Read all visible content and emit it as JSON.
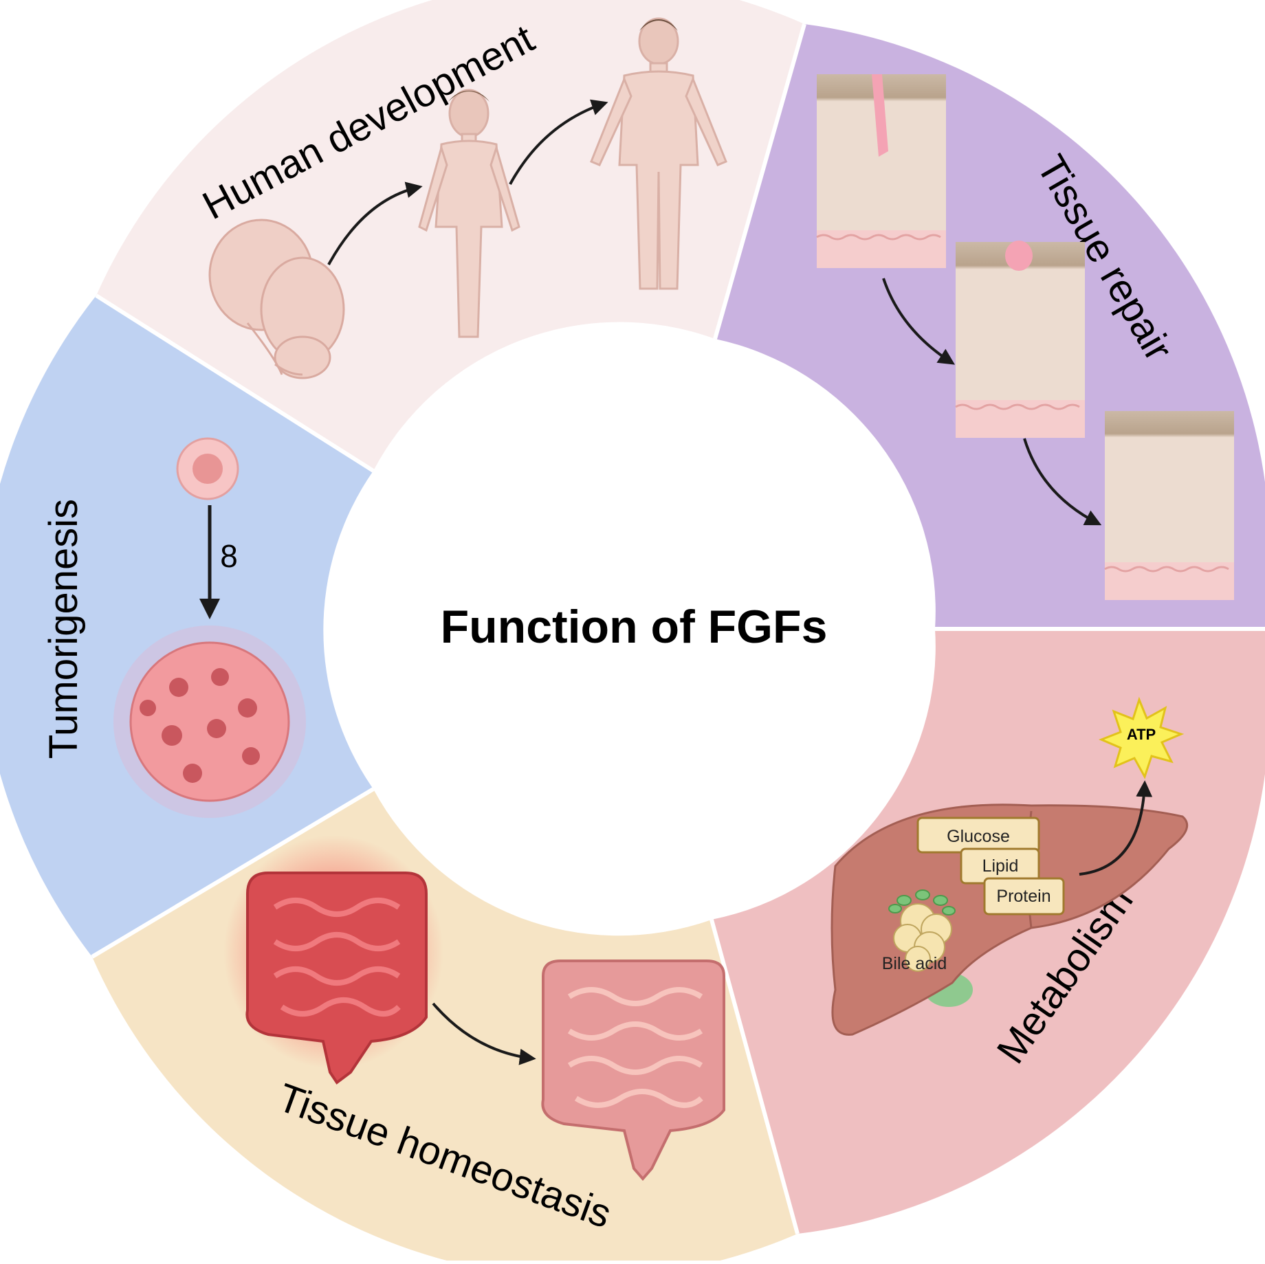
{
  "center_title": "Function of FGFs",
  "segments": {
    "development": {
      "label": "Human development",
      "color": "#f8ecec"
    },
    "repair": {
      "label": "Tissue repair",
      "color": "#c9b2e0"
    },
    "metabolism": {
      "label": "Metabolism",
      "color": "#efbfc1"
    },
    "homeostasis": {
      "label": "Tissue homeostasis",
      "color": "#f6e4c5"
    },
    "tumor": {
      "label": "Tumorigenesis",
      "color": "#bfd2f2"
    }
  },
  "metabolism": {
    "boxes": [
      "Glucose",
      "Lipid",
      "Protein"
    ],
    "bile_acid": "Bile acid",
    "atp": "ATP"
  },
  "tumor": {
    "step": "8"
  }
}
